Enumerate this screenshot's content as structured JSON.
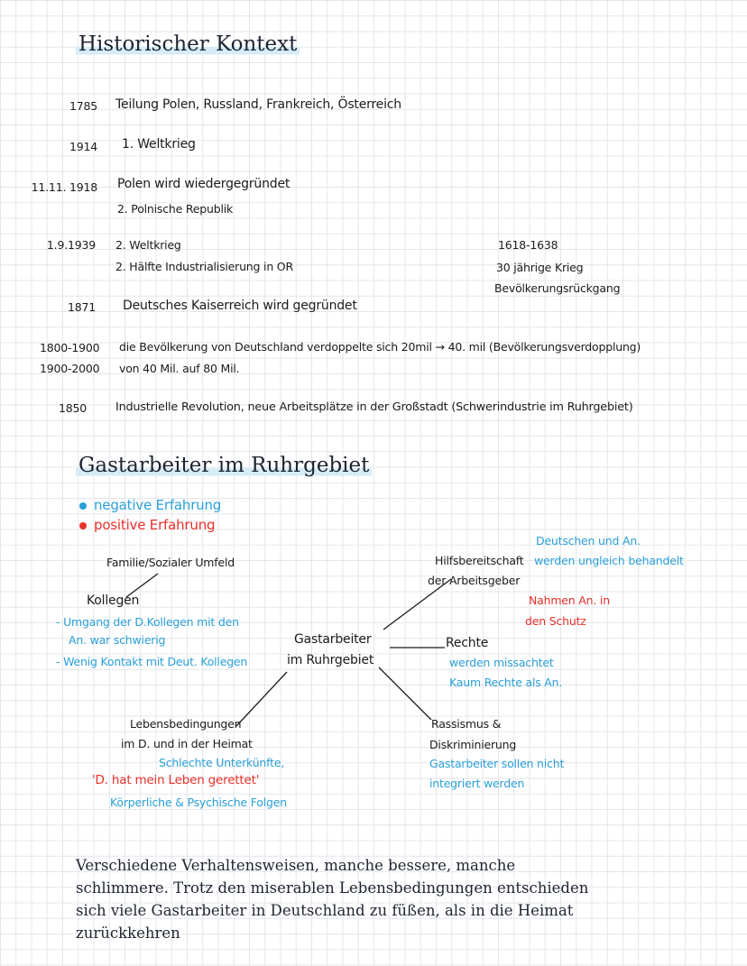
{
  "headings": {
    "context": "Historischer Kontext",
    "gastarbeiter": "Gastarbeiter im Ruhrgebiet"
  },
  "timeline": [
    {
      "date": "1785",
      "lines": [
        "Teilung Polen, Russland, Frankreich, Österreich"
      ]
    },
    {
      "date": "1914",
      "lines": [
        "1. Weltkrieg"
      ]
    },
    {
      "date": "11.11. 1918",
      "lines": [
        "Polen wird wiedergegründet",
        "2. Polnische Republik"
      ]
    },
    {
      "date": "1.9.1939",
      "lines": [
        "2. Weltkrieg",
        "2. Hälfte Industrialisierung in OR"
      ]
    },
    {
      "date": "1871",
      "lines": [
        "Deutsches Kaiserreich wird gegründet"
      ]
    },
    {
      "date": "1800-1900",
      "lines": [
        "die Bevölkerung von Deutschland verdoppelte sich  20mil → 40. mil (Bevölkerungsverdopplung)"
      ]
    },
    {
      "date": "1900-2000",
      "lines": [
        "von 40 Mil. auf 80 Mil."
      ]
    },
    {
      "date": "1850",
      "lines": [
        "Industrielle Revolution, neue Arbeitsplätze in der Großstadt (Schwerindustrie im Ruhrgebiet)"
      ]
    }
  ],
  "side_note": {
    "years": "1618-1638",
    "line1": "30 jährige Krieg",
    "line2": "Bevölkerungsrückgang"
  },
  "legend": {
    "negative": "negative Erfahrung",
    "positive": "positive Erfahrung",
    "negative_color": "#2a9fd8",
    "positive_color": "#e8302a"
  },
  "mindmap": {
    "center": {
      "line1": "Gastarbeiter",
      "line2": "im Ruhrgebiet"
    },
    "family": "Familie/Sozialer Umfeld",
    "colleagues": {
      "title": "Kollegen",
      "notes": [
        "- Umgang der D.Kollegen mit den",
        "An. war schwierig",
        "- Wenig Kontakt mit Deut. Kollegen"
      ]
    },
    "employer": {
      "line1": "Hilfsbereitschaft",
      "line2": "der Arbeitsgeber",
      "blue_notes": [
        "Deutschen und An.",
        "werden ungleich behandelt"
      ],
      "red_notes": [
        "Nahmen An. in",
        "den Schutz"
      ]
    },
    "rights": {
      "title": "Rechte",
      "notes": [
        "werden missachtet",
        "Kaum Rechte als An."
      ]
    },
    "living": {
      "line1": "Lebensbedingungen",
      "line2": "im D. und in der Heimat",
      "note_blue1": "Schlechte Unterkünfte,",
      "note_red": "'D. hat mein Leben gerettet'",
      "note_blue2": "Körperliche & Psychische Folgen"
    },
    "racism": {
      "line1": "Rassismus &",
      "line2": "Diskriminierung",
      "notes": [
        "Gastarbeiter sollen nicht",
        "integriert werden"
      ]
    }
  },
  "conclusion": "Verschiedene Verhaltensweisen, manche bessere, manche schlimmere. Trotz den miserablen Lebensbedingungen entschieden sich viele Gastarbeiter in Deutschland zu füßen, als in die Heimat zurückkehren"
}
